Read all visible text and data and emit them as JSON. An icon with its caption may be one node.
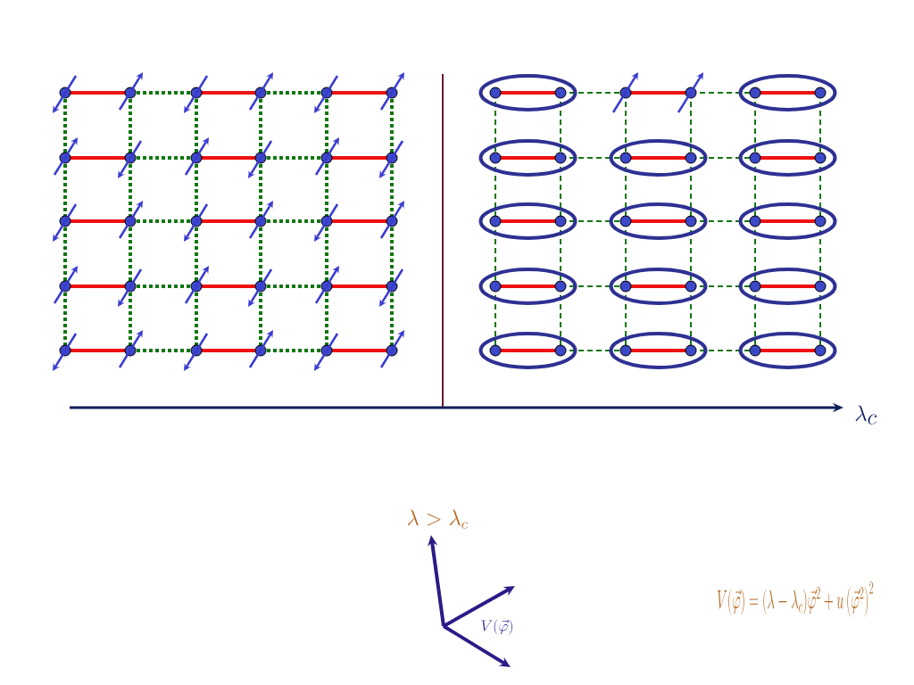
{
  "diagram": {
    "labels": [
      "\\lambda_c",
      "\\lambda > \\lambda_c",
      "V(\\vec{\\varphi})",
      "V(\\vec{\\varphi}) = (\\lambda - \\lambda_c)\\vec{\\varphi}^2 + u\\left(\\vec{\\varphi}^2\\right)^2"
    ]
  }
}
